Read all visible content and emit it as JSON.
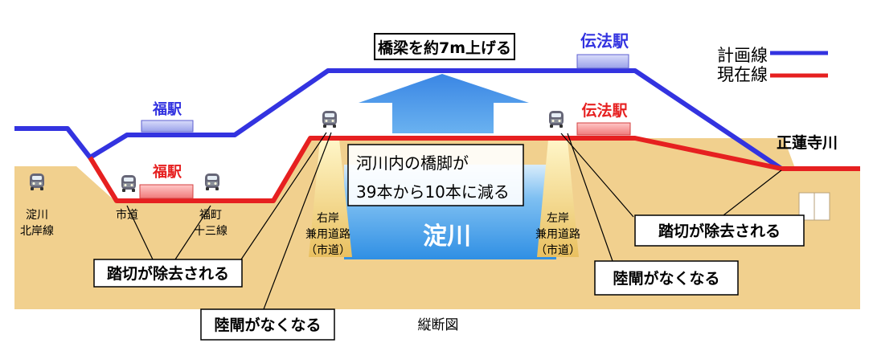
{
  "title_box": "橋梁を約7m上げる",
  "legend": {
    "plan": "計画線",
    "current": "現在線"
  },
  "stations": {
    "fuku_plan": "福駅",
    "fuku_current": "福駅",
    "denpo_plan": "伝法駅",
    "denpo_current": "伝法駅"
  },
  "river_name": "正蓮寺川",
  "info_box": {
    "line1": "河川内の橋脚が",
    "line2": "39本から10本に減る"
  },
  "yodogawa": "淀川",
  "roads": {
    "yodo_kita": [
      "淀川",
      "北岸線"
    ],
    "shido": "市道",
    "fukumachi": [
      "福町",
      "十三線"
    ],
    "right_bank": [
      "右岸",
      "兼用道路",
      "（市道）"
    ],
    "left_bank": [
      "左岸",
      "兼用道路",
      "（市道）"
    ]
  },
  "callouts": {
    "crossing_left": "踏切が除去される",
    "crossing_right": "踏切が除去される",
    "rikukan_left": "陸閘がなくなる",
    "rikukan_right": "陸閘がなくなる"
  },
  "caption": "縦断図",
  "colors": {
    "plan_line": "#3333e0",
    "current_line": "#e62020",
    "ground": "#f1d08e",
    "river": "#3f9fea",
    "arrow": "#3b8fe6"
  }
}
